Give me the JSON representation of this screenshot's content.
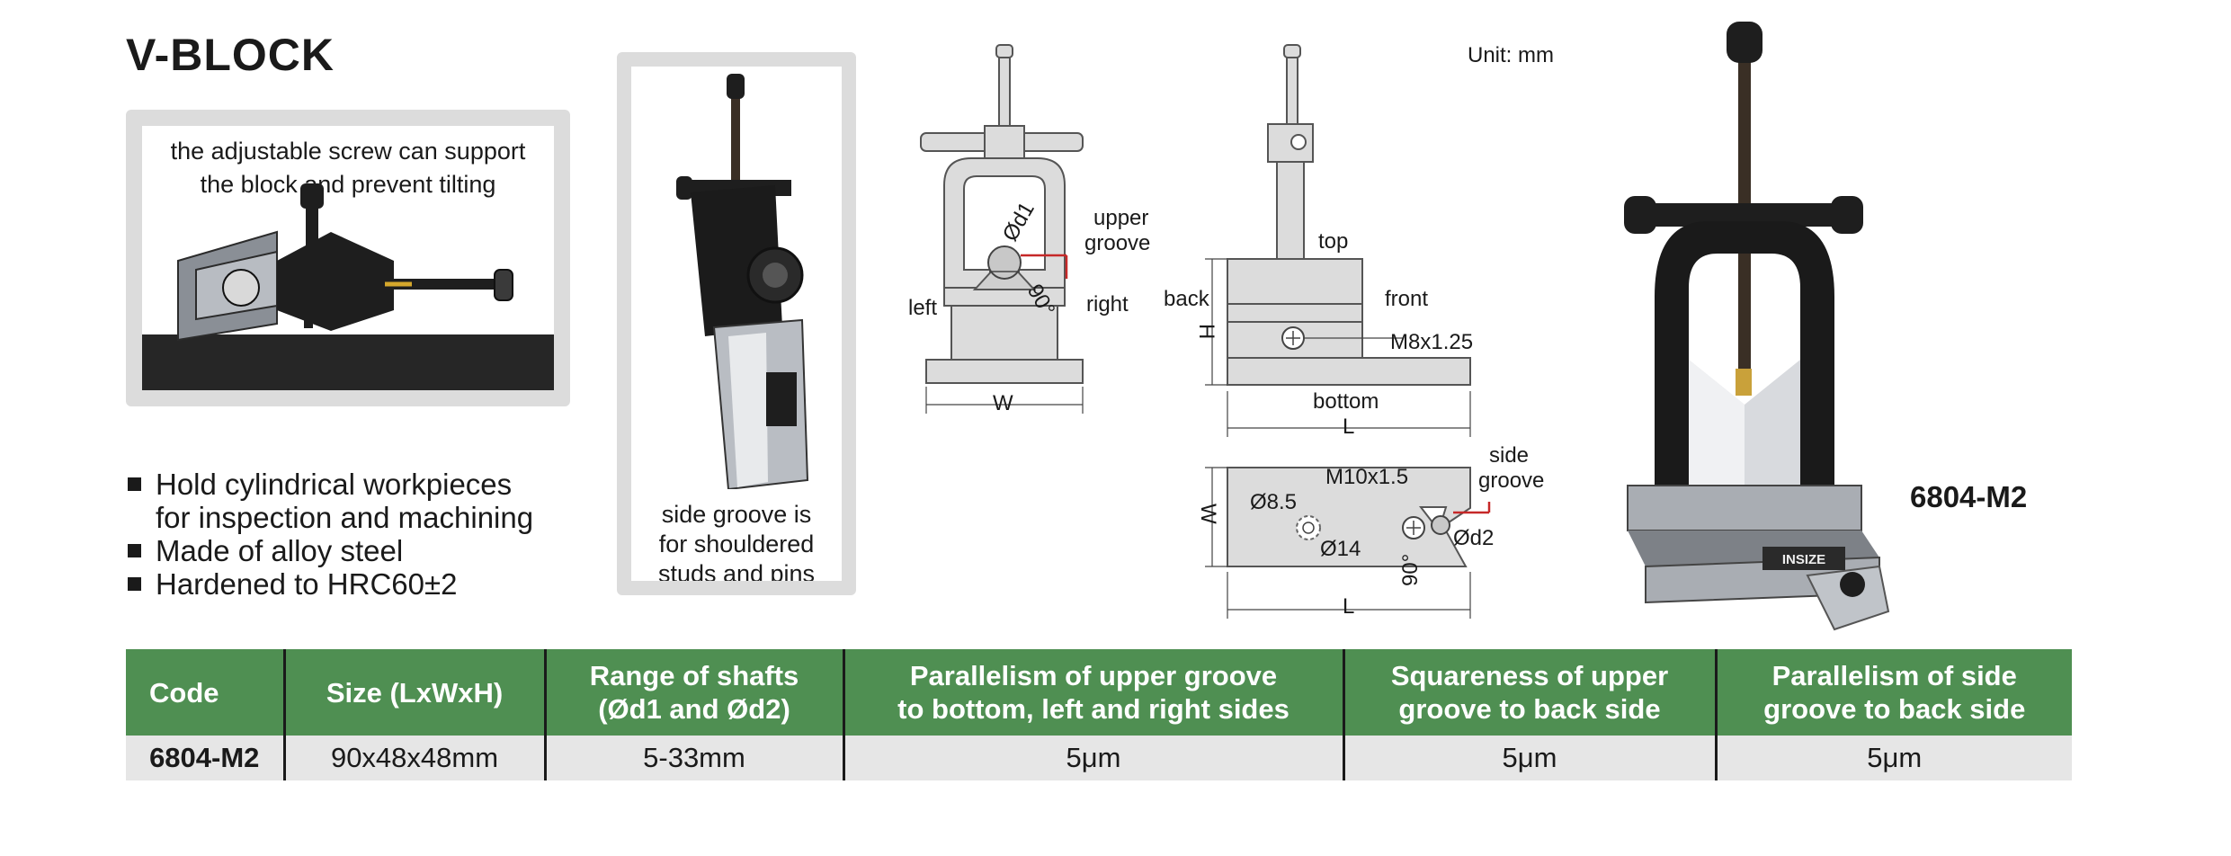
{
  "title": "V-BLOCK",
  "photo_top_caption": [
    "the adjustable screw can support",
    "the block and prevent tilting"
  ],
  "photo_side_caption": [
    "side groove is",
    "for shouldered",
    "studs and pins"
  ],
  "features": [
    [
      "Hold cylindrical workpieces",
      "for inspection and machining"
    ],
    [
      "Made of alloy steel"
    ],
    [
      "Hardened to HRC60±2"
    ]
  ],
  "unit": "Unit: mm",
  "diagram_labels": {
    "upper_groove": [
      "upper",
      "groove"
    ],
    "d1": "Ød1",
    "angle_top": "90°",
    "left": "left",
    "right": "right",
    "w_front": "W",
    "top": "top",
    "back": "back",
    "front": "front",
    "h": "H",
    "thread_back": "M8x1.25",
    "bottom": "bottom",
    "l_side": "L",
    "side_groove": [
      "side",
      "groove"
    ],
    "d85": "Ø8.5",
    "thread_bottom": "M10x1.5",
    "w_bottom": "W",
    "d14": "Ø14",
    "d2": "Ød2",
    "angle_bottom": "90°",
    "l_bottom": "L",
    "brand_plate": "INSIZE"
  },
  "product_code": "6804-M2",
  "table": {
    "headers": [
      [
        "Code"
      ],
      [
        "Size (LxWxH)"
      ],
      [
        "Range of shafts",
        "(Ød1 and Ød2)"
      ],
      [
        "Parallelism of upper groove",
        "to bottom, left and right sides"
      ],
      [
        "Squareness of upper",
        "groove to back side"
      ],
      [
        "Parallelism of side",
        "groove to back side"
      ]
    ],
    "rows": [
      [
        "6804-M2",
        "90x48x48mm",
        "5-33mm",
        "5μm",
        "5μm",
        "5μm"
      ]
    ]
  },
  "colors": {
    "table_header_bg": "#4f8f52",
    "table_row_bg": "#e6e6e6",
    "panel_bg": "#dcdcdc",
    "drawing_fill": "#dcdcdc",
    "dimension_accent": "#c62828"
  }
}
